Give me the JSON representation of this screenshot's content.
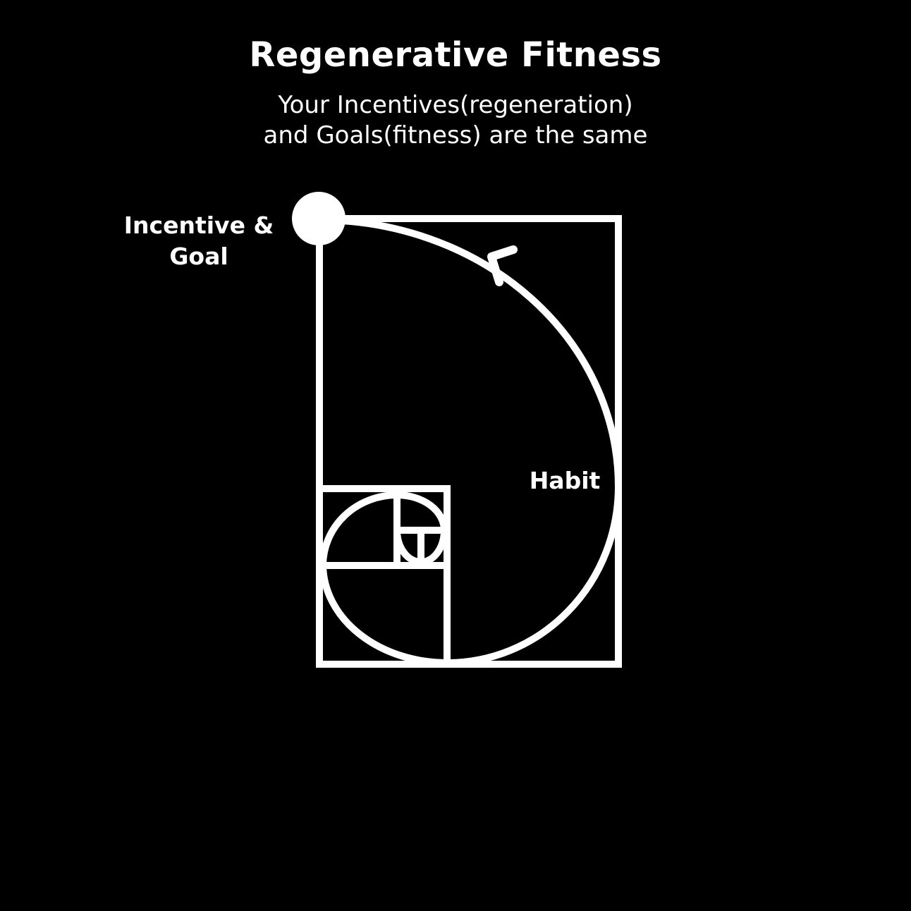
{
  "title": "Regenerative Fitness",
  "subtitle": {
    "line1": "Your Incentives(regeneration)",
    "line2": "and Goals(fitness) are the same"
  },
  "labels": {
    "goal_line1": "Incentive &",
    "goal_line2": "Goal",
    "habit": "Habit"
  },
  "colors": {
    "background": "#000000",
    "foreground": "#ffffff"
  }
}
